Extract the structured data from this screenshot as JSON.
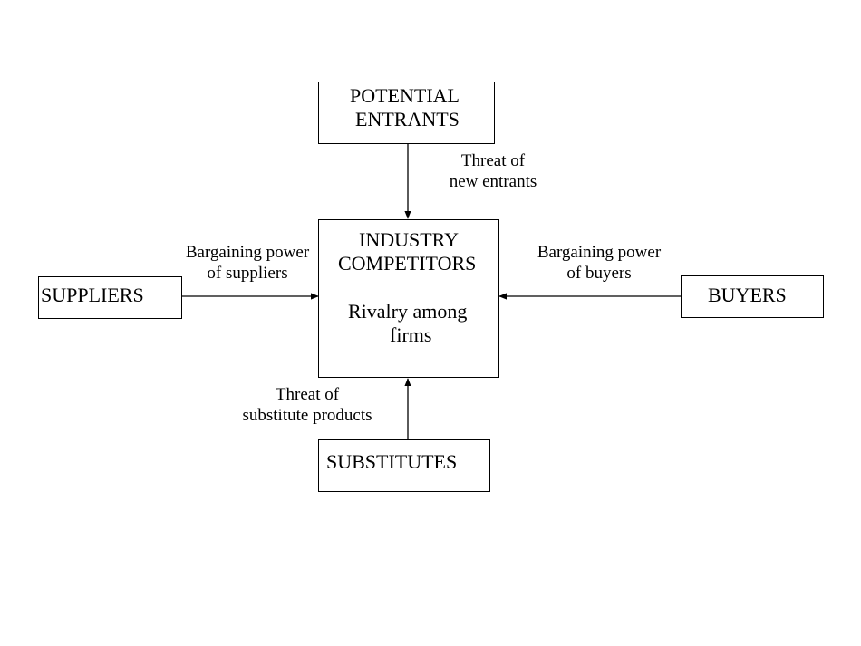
{
  "nodes": {
    "potential_entrants": {
      "line1": "POTENTIAL",
      "line2": "ENTRANTS"
    },
    "industry": {
      "line1": "INDUSTRY",
      "line2": "COMPETITORS",
      "line3": "Rivalry among",
      "line4": "firms"
    },
    "suppliers": {
      "label": "SUPPLIERS"
    },
    "buyers": {
      "label": "BUYERS"
    },
    "substitutes": {
      "label": "SUBSTITUTES"
    }
  },
  "edges": {
    "new_entrants": {
      "line1": "Threat of",
      "line2": "new entrants"
    },
    "suppliers_power": {
      "line1": "Bargaining power",
      "line2": "of suppliers"
    },
    "buyers_power": {
      "line1": "Bargaining power",
      "line2": "of buyers"
    },
    "substitutes_threat": {
      "line1": "Threat of",
      "line2": "substitute products"
    }
  },
  "colors": {
    "stroke": "#000000",
    "background": "#ffffff"
  }
}
